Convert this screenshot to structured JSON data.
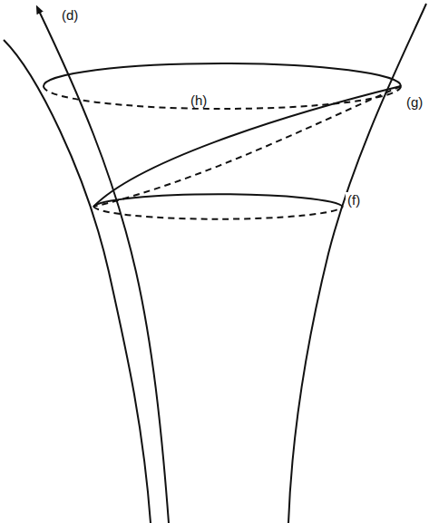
{
  "diagram": {
    "labels": [
      "(d)",
      "(h)",
      "(g)",
      "(f)"
    ]
  }
}
